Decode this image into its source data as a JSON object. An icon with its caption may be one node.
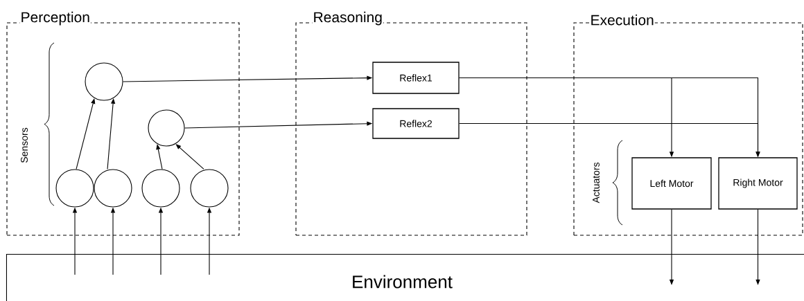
{
  "diagram": {
    "nodes": [
      {
        "text": [
          "Perception"
        ]
      },
      {
        "text": [
          "Reasoning"
        ]
      },
      {
        "text": [
          "Execution"
        ]
      },
      {
        "text": [
          "Environment"
        ]
      },
      {
        "text": [],
        "shape": "circle",
        "in": 0
      },
      {
        "text": [],
        "shape": "circle",
        "in": 0
      },
      {
        "text": [],
        "shape": "circle",
        "in": 0
      },
      {
        "text": [],
        "shape": "circle",
        "in": 0
      },
      {
        "text": [],
        "shape": "circle",
        "in": 0
      },
      {
        "text": [],
        "shape": "circle",
        "in": 0
      },
      {
        "text": [
          "Reflex1"
        ],
        "in": 1
      },
      {
        "text": [
          "Reflex2"
        ],
        "in": 1
      },
      {
        "text": [
          "Left Motor"
        ],
        "in": 2
      },
      {
        "text": [
          "Right Motor"
        ],
        "in": 2
      }
    ],
    "edges": [
      {
        "from": 6,
        "to": 4,
        "arrow": "to"
      },
      {
        "from": 7,
        "to": 4,
        "arrow": "to"
      },
      {
        "from": 8,
        "to": 5,
        "arrow": "to"
      },
      {
        "from": 9,
        "to": 5,
        "arrow": "to"
      },
      {
        "from": 4,
        "to": 10,
        "arrow": "to"
      },
      {
        "from": 5,
        "to": 11,
        "arrow": "to"
      },
      {
        "from": 10,
        "to": 12,
        "arrow": "to"
      },
      {
        "from": 10,
        "to": 13,
        "arrow": "to"
      },
      {
        "from": 11,
        "to": 13,
        "arrow": "to"
      },
      {
        "from": 3,
        "to": 6,
        "arrow": "to"
      },
      {
        "from": 3,
        "to": 7,
        "arrow": "to"
      },
      {
        "from": 3,
        "to": 8,
        "arrow": "to"
      },
      {
        "from": 3,
        "to": 9,
        "arrow": "to"
      },
      {
        "from": 12,
        "to": 3,
        "arrow": "to"
      },
      {
        "from": 13,
        "to": 3,
        "arrow": "to"
      }
    ],
    "labels": [
      "Sensors",
      "Actuators"
    ]
  }
}
